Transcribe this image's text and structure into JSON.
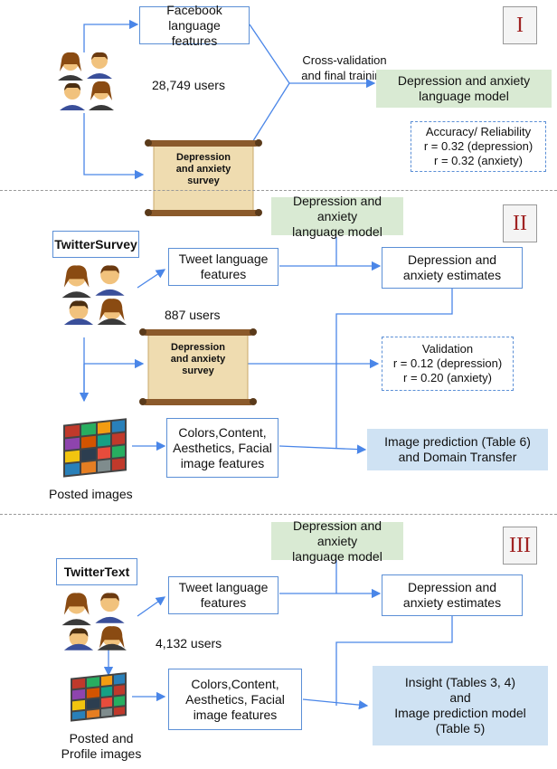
{
  "panel1": {
    "roman": "I",
    "fb_features": "Facebook language\nfeatures",
    "users": "28,749 users",
    "cv_label": "Cross-validation\nand final training",
    "model": "Depression and anxiety\nlanguage model",
    "survey": "Depression\nand anxiety\nsurvey",
    "accuracy": "Accuracy/ Reliability\nr = 0.32 (depression)\nr = 0.32 (anxiety)"
  },
  "panel2": {
    "roman": "II",
    "title": "TwitterSurvey",
    "model": "Depression and anxiety\nlanguage model",
    "tweet_features": "Tweet language\nfeatures",
    "estimates": "Depression and\nanxiety estimates",
    "users": "887 users",
    "survey": "Depression\nand anxiety\nsurvey",
    "validation": "Validation\nr = 0.12 (depression)\nr = 0.20  (anxiety)",
    "image_features": "Colors,Content,\nAesthetics, Facial\nimage features",
    "image_prediction": "Image prediction (Table 6)\nand Domain Transfer",
    "posted": "Posted images"
  },
  "panel3": {
    "roman": "III",
    "title": "TwitterText",
    "model": "Depression and anxiety\nlanguage model",
    "tweet_features": "Tweet language\nfeatures",
    "estimates": "Depression and\nanxiety estimates",
    "users": "4,132 users",
    "image_features": "Colors,Content,\nAesthetics, Facial\nimage features",
    "insight": "Insight (Tables 3, 4)\nand\nImage prediction model\n(Table 5)",
    "posted": "Posted and\nProfile images"
  },
  "colors": {
    "arrow": "#4a86e8",
    "green_fill": "#d9ead3",
    "blue_fill": "#cfe2f3",
    "roman": "#a02323"
  },
  "icons": [
    "users-icon",
    "survey-scroll-icon",
    "image-collage-icon"
  ]
}
